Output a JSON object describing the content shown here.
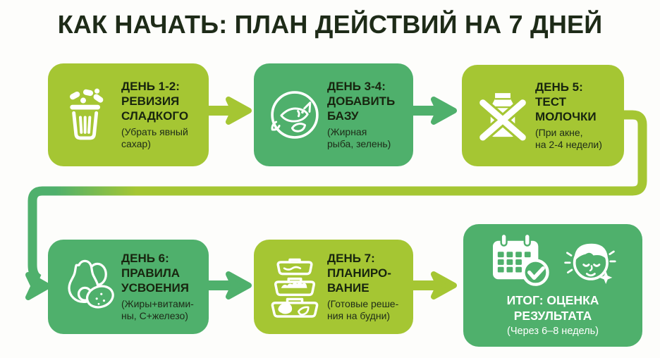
{
  "title": "КАК НАЧАТЬ: ПЛАН ДЕЙСТВИЙ НА 7 ДНЕЙ",
  "colors": {
    "light_green": "#a5c633",
    "green": "#4fb06c",
    "title_text": "#1e2b18",
    "card_text_dark": "#18250f",
    "card_text_white": "#ffffff",
    "background": "#fdfdfb"
  },
  "cards": [
    {
      "icon": "trash-candy-icon",
      "title": "ДЕНЬ 1-2:\nРЕВИЗИЯ\nСЛАДКОГО",
      "subtitle": "(Убрать явный\nсахар)"
    },
    {
      "icon": "fish-greens-plate-icon",
      "title": "ДЕНЬ 3-4:\nДОБАВИТЬ\nБАЗУ",
      "subtitle": "(Жирная\nрыба, зелень)"
    },
    {
      "icon": "no-dairy-icon",
      "title": "ДЕНЬ 5:\nТЕСТ\nМОЛОЧКИ",
      "subtitle": "(При акне,\nна 2-4 недели)"
    },
    {
      "icon": "avocado-lemon-icon",
      "title": "ДЕНЬ 6:\nПРАВИЛА\nУСВОЕНИЯ",
      "subtitle": "(Жиры+витами-\nны, С+железо)"
    },
    {
      "icon": "meal-containers-icon",
      "title": "ДЕНЬ 7:\nПЛАНИРО-\nВАНИЕ",
      "subtitle": "(Готовые реше-\nния на будни)"
    },
    {
      "icon": "calendar-check-face-icon",
      "title": "ИТОГ: ОЦЕНКА\nРЕЗУЛЬТАТА",
      "subtitle": "(Через 6–8 недель)"
    }
  ]
}
